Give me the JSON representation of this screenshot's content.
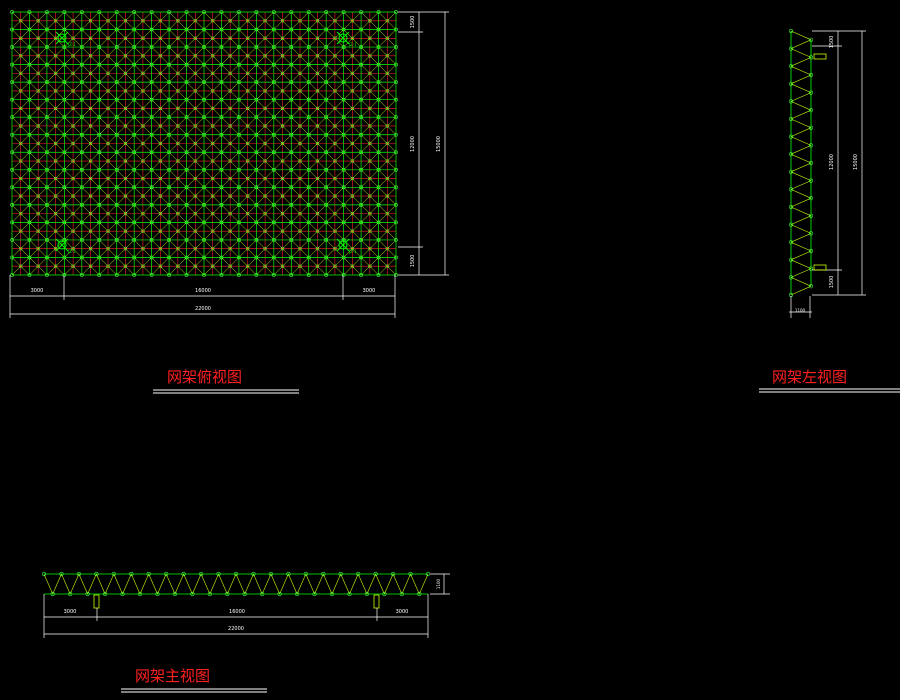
{
  "colors": {
    "background": "#000000",
    "chord": "#00ff00",
    "web": "#c8ff00",
    "node": "#44ff44",
    "centerline": "#ff2020",
    "dimension": "#ffffff",
    "title": "#ff2020"
  },
  "plan_view": {
    "title": "网架俯视图",
    "bay_dims": [
      "3000",
      "16000",
      "3000"
    ],
    "total_width": "22000",
    "side_dims": [
      "1500",
      "12000",
      "1500"
    ],
    "total_depth": "15000",
    "support_marks": [
      "JZ-1",
      "JZ-1",
      "JZ-1",
      "JZ-1"
    ]
  },
  "left_view": {
    "title": "网架左视图",
    "dims": [
      "1500",
      "12000",
      "1500"
    ],
    "total": "15000",
    "depth_dim": "1100"
  },
  "front_view": {
    "title": "网架主视图",
    "bay_dims": [
      "3000",
      "16000",
      "3000"
    ],
    "total": "22000",
    "height_dim": "1100"
  }
}
